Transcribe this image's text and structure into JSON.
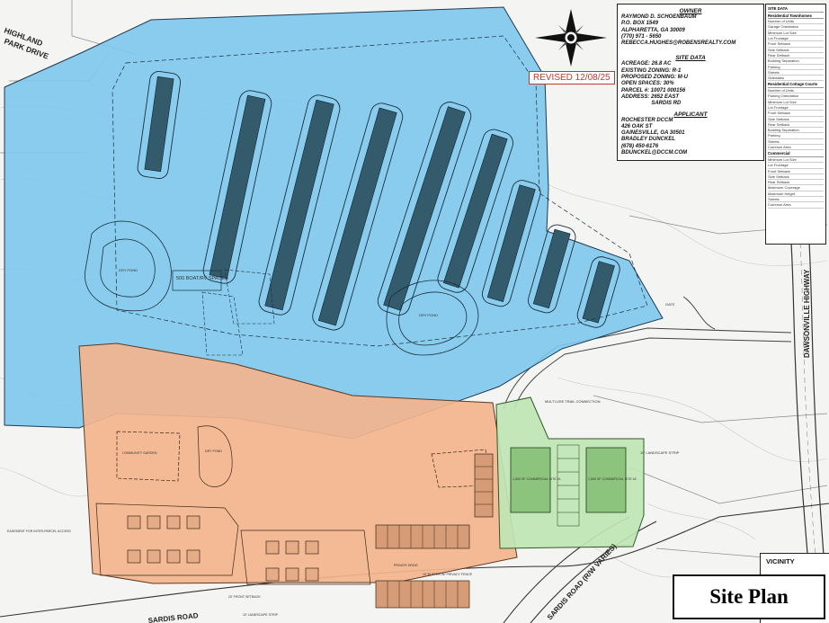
{
  "owner": {
    "heading": "OWNER",
    "lines": [
      "RAYMOND D. SCHOENBAUM",
      "P.O. BOX 1549",
      "ALPHARETTA, GA 30009",
      "(770) 971 - 5650",
      "REBECCA.HUGHES@ROBENSREALTY.COM"
    ]
  },
  "site_data": {
    "heading": "SITE DATA",
    "lines": [
      "ACREAGE: 26.8 AC",
      "EXISTING ZONING: R-1",
      "PROPOSED ZONING: M-U",
      "OPEN SPACES: 30%",
      "PARCEL #: 10071 000156",
      "ADDRESS:   2652 EAST",
      "                    SARDIS RD"
    ]
  },
  "applicant": {
    "heading": "APPLICANT",
    "lines": [
      "ROCHESTER  DCCM",
      "426 OAK ST",
      "GAINESVILLE, GA 30501",
      "BRADLEY DUNCKEL",
      "(678) 450-6176",
      "BDUNCKEL@DCCM.COM"
    ]
  },
  "revised": "REVISED 12/08/25",
  "stamp": "Site Plan",
  "vicinity_label": "VICINITY",
  "roads": {
    "highland": "HIGHLAND",
    "park_drive": "PARK DRIVE",
    "dawsonville": "DAWSONVILLE HIGHWAY",
    "sardis_left": "SARDIS ROAD",
    "sardis_right": "SARDIS ROAD (R/W VARIES)"
  },
  "labels": {
    "boat_rv": "500 BOAT/RV SPACES",
    "pond_left": "DRY POND",
    "pond_right": "DRY POND",
    "multiuse_trail": "MULTI-USE TRAIL CONNECTION",
    "gate": "GATE",
    "bldg1": "1,500 SF COMMERCIAL SITE #1",
    "bldg2": "1,500 SF COMMERCIAL SITE #2",
    "landscape_strip": "10' LANDSCAPE STRIP",
    "easement": "EASEMENT FOR INTER-PARCEL ACCESS",
    "front_setback": "20' FRONT SETBACK",
    "landscape_strip2": "10' LANDSCAPE STRIP",
    "buffer_fence": "10' BUFFER W/ PRIVACY FENCE",
    "community_garden": "COMMUNITY GARDEN",
    "dry_pond_sm": "DRY POND",
    "private_drive": "PRIVATE DRIVE"
  },
  "data_table": {
    "title": "SITE DATA",
    "sections": [
      {
        "name": "Residential Townhomes",
        "rows": [
          "Number of Units",
          "Garage Orientation",
          "Minimum Lot Size",
          "Lot Frontage",
          "Front Setback",
          "Side Setback",
          "Rear Setback",
          "Building Separation",
          "Parking",
          "Streets",
          "Sidewalks"
        ]
      },
      {
        "name": "Residential Cottage Courts",
        "rows": [
          "Number of Units",
          "Parking Orientation",
          "Minimum Lot Size",
          "Lot Frontage",
          "Front Setback",
          "Side Setback",
          "Rear Setback",
          "Building Separation",
          "Parking",
          "Streets",
          "Common Area"
        ]
      },
      {
        "name": "Commercial",
        "rows": [
          "Minimum Lot Size",
          "Lot Frontage",
          "Front Setback",
          "Side Setback",
          "Rear Setback",
          "Maximum Coverage",
          "Maximum Height",
          "Streets",
          "Common Area"
        ]
      }
    ]
  },
  "colors": {
    "blue_zone": "#7ec8ec",
    "orange_zone": "#f3b48d",
    "green_zone": "#bfe5b4",
    "revised_red": "#c0392b"
  }
}
